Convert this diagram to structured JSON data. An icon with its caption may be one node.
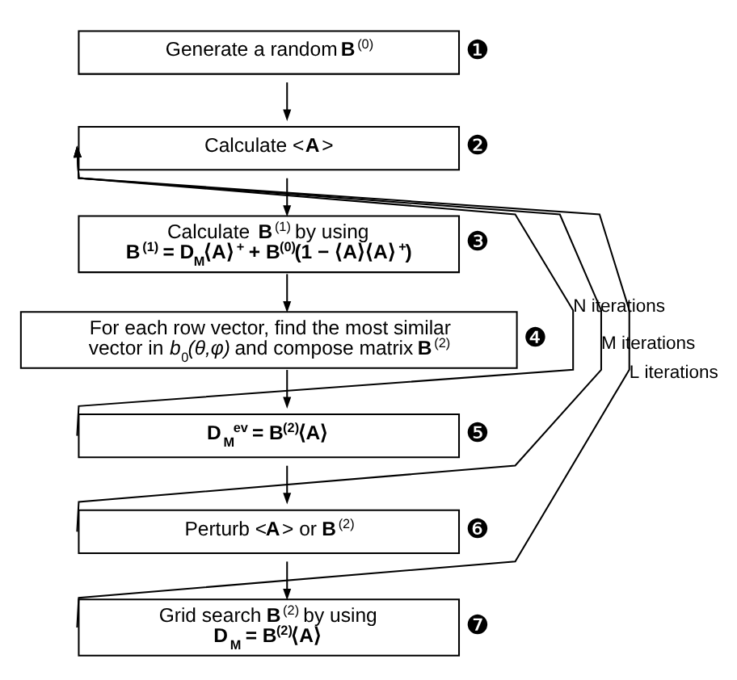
{
  "diagram": {
    "nodes": [
      {
        "text": [
          "Generate a random **B**$^{(0)}$"
        ],
        "beside": [
          "❶"
        ]
      },
      {
        "text": [
          "Calculate <**A**>"
        ],
        "beside": [
          "❷"
        ]
      },
      {
        "text": [
          "Calculate **B**$^{(1)}$ by using",
          "B$^{(1)}$ = D$_{M}$⟨A⟩$^{+}$ + B$^{(0)}$(1 − ⟨A⟩⟨A⟩$^{+}$)"
        ],
        "beside": [
          "❸"
        ]
      },
      {
        "text": [
          "For each row vector, find the most similar vector in *b*$_{0}$*(θ,φ)* and compose matrix **B**$^{(2)}$"
        ],
        "beside": [
          "❹"
        ]
      },
      {
        "text": [
          "D$_{M}$$^{ev}$ = B$^{(2)}$⟨A⟩"
        ],
        "beside": [
          "❺"
        ]
      },
      {
        "text": [
          "Perturb <**A**> or **B**$^{(2)}$"
        ],
        "beside": [
          "❻"
        ]
      },
      {
        "text": [
          "Grid search **B**$^{(2)}$ by using",
          "D$_{M}$ = B$^{(2)}$⟨A⟩"
        ],
        "beside": [
          "❼"
        ]
      }
    ],
    "edges": [
      {
        "from": 0,
        "to": 1,
        "arrow": "to"
      },
      {
        "from": 1,
        "to": 2,
        "arrow": "to"
      },
      {
        "from": 2,
        "to": 3,
        "arrow": "to"
      },
      {
        "from": 3,
        "to": 4,
        "arrow": "to"
      },
      {
        "from": 4,
        "to": 5,
        "arrow": "to"
      },
      {
        "from": 5,
        "to": 6,
        "arrow": "to"
      },
      {
        "from": 4,
        "to": 1,
        "arrow": "to",
        "label": "N iterations"
      },
      {
        "from": 5,
        "to": 1,
        "arrow": "to",
        "label": "M iterations"
      },
      {
        "from": 6,
        "to": 1,
        "arrow": "to",
        "label": "L iterations"
      }
    ]
  }
}
